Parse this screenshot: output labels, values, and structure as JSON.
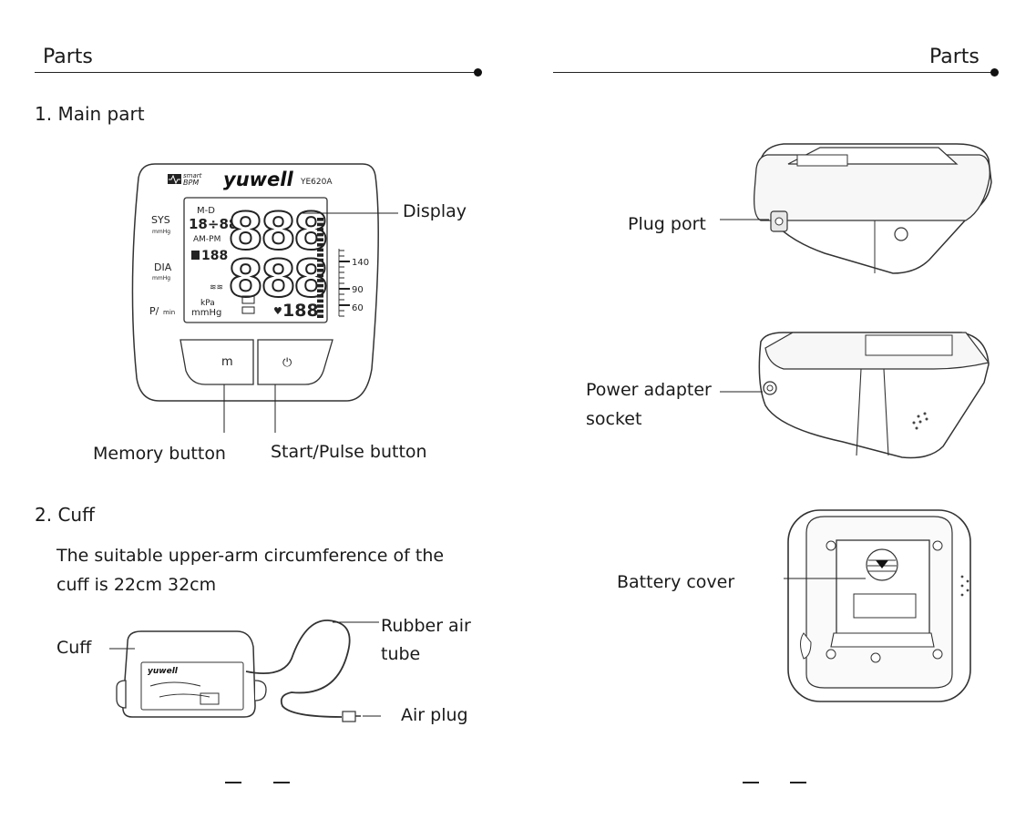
{
  "left_page": {
    "header": "Parts",
    "section1_title": "1. Main part",
    "device": {
      "badge_line1": "smart",
      "badge_line2": "BPM",
      "brand": "yuwell",
      "model": "YE620A",
      "row_labels": {
        "sys": "SYS",
        "sys_unit": "mmHg",
        "dia": "DIA",
        "dia_unit": "mmHg",
        "pulse": "P/",
        "pulse_unit": "min"
      },
      "lcd": {
        "md": "M-D",
        "date_digits": "18÷88",
        "ampm": "AM-PM",
        "mem_digits": "188",
        "kpa": "kPa",
        "mmhg": "mmHg",
        "pulse_digits": "188",
        "sys_digits": "888",
        "dia_digits": "888"
      },
      "scale": [
        "140",
        "90",
        "60"
      ],
      "memory_button_glyph": "m",
      "start_button_glyph": "⏻"
    },
    "labels": {
      "display": "Display",
      "memory_button": "Memory button",
      "start_pulse_button": "Start/Pulse button"
    },
    "section2_title": "2. Cuff",
    "cuff_desc_line1": "The suitable upper-arm circumference of the",
    "cuff_desc_line2": "cuff is 22cm 32cm",
    "cuff_brand": "yuwell",
    "cuff_labels": {
      "cuff": "Cuff",
      "rubber_line1": "Rubber air",
      "rubber_line2": "tube",
      "air_plug": "Air plug"
    }
  },
  "right_page": {
    "header": "Parts",
    "labels": {
      "plug_port": "Plug port",
      "power_line1": "Power adapter",
      "power_line2": "socket",
      "battery_cover": "Battery cover"
    }
  },
  "colors": {
    "ink": "#1a1a1a",
    "outline": "#333333",
    "fill_light": "#f2f2f2",
    "fill_mid": "#d6d6d6"
  }
}
